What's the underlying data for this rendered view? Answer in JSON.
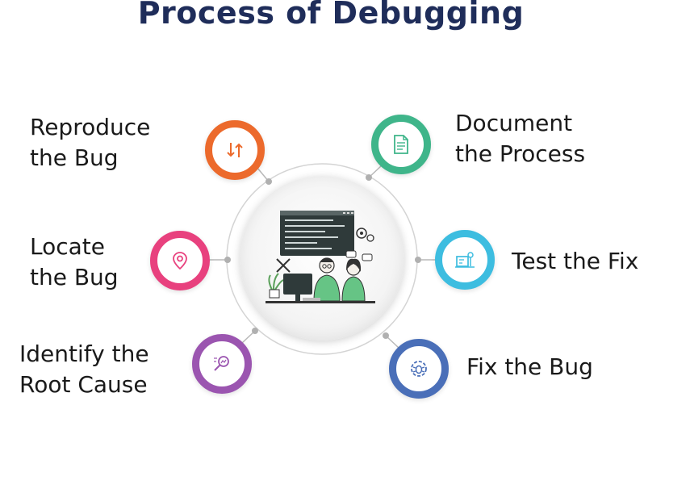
{
  "title": "Process of Debugging",
  "steps": [
    {
      "id": "reproduce",
      "line1": "Reproduce",
      "line2": "the Bug",
      "color": "#ec6a2c",
      "icon": "sort-arrows-icon"
    },
    {
      "id": "locate",
      "line1": "Locate",
      "line2": "the Bug",
      "color": "#e8417e",
      "icon": "location-pin-icon"
    },
    {
      "id": "identify",
      "line1": "Identify the",
      "line2": "Root Cause",
      "color": "#9b55b0",
      "icon": "magnify-analysis-icon"
    },
    {
      "id": "document",
      "line1": "Document",
      "line2": "the Process",
      "color": "#3fb58a",
      "icon": "document-icon"
    },
    {
      "id": "test",
      "line1": "Test the Fix",
      "line2": "",
      "color": "#3dbde0",
      "icon": "test-device-icon"
    },
    {
      "id": "fix",
      "line1": "Fix the Bug",
      "line2": "",
      "color": "#4a6fb8",
      "icon": "bug-gear-icon"
    }
  ]
}
